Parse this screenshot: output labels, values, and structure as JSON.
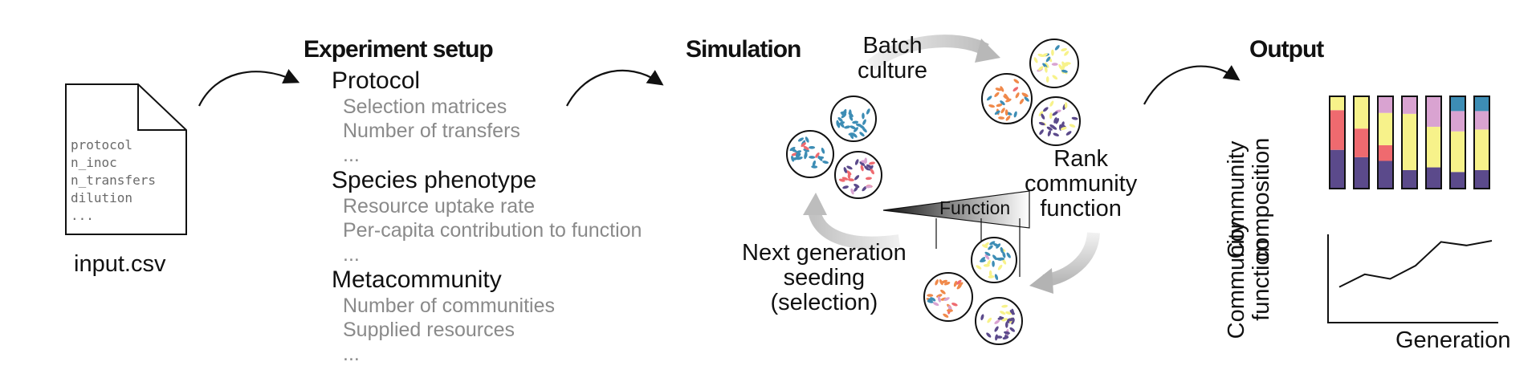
{
  "input_file": {
    "filename": "input.csv",
    "lines": [
      "protocol",
      "n_inoc",
      "n_transfers",
      "dilution",
      "..."
    ]
  },
  "setup": {
    "title": "Experiment setup",
    "sections": [
      {
        "name": "Protocol",
        "items": [
          "Selection matrices",
          "Number of transfers",
          "..."
        ]
      },
      {
        "name": "Species phenotype",
        "items": [
          "Resource uptake rate",
          "Per-capita contribution to function",
          "..."
        ]
      },
      {
        "name": "Metacommunity",
        "items": [
          "Number of communities",
          "Supplied resources",
          "..."
        ]
      }
    ]
  },
  "simulation": {
    "title": "Simulation",
    "batch_label": "Batch\nculture",
    "rank_label": "Rank\ncommunity\nfunction",
    "seeding_label": "Next generation\nseeding\n(selection)",
    "function_label": "Function"
  },
  "output": {
    "title": "Output",
    "composition_label": "Community\ncomposition",
    "function_label": "Community\nfunction",
    "xlabel": "Generation",
    "species_colors": {
      "purple": "#5b4a8b",
      "red": "#ef6a6f",
      "yellow": "#f7f28a",
      "pink": "#d9a3d1",
      "blue": "#3d8db5"
    },
    "composition_bars": [
      [
        {
          "c": "purple",
          "v": 0.42
        },
        {
          "c": "red",
          "v": 0.43
        },
        {
          "c": "yellow",
          "v": 0.15
        }
      ],
      [
        {
          "c": "purple",
          "v": 0.34
        },
        {
          "c": "red",
          "v": 0.31
        },
        {
          "c": "yellow",
          "v": 0.35
        }
      ],
      [
        {
          "c": "purple",
          "v": 0.3
        },
        {
          "c": "red",
          "v": 0.17
        },
        {
          "c": "yellow",
          "v": 0.35
        },
        {
          "c": "pink",
          "v": 0.18
        }
      ],
      [
        {
          "c": "purple",
          "v": 0.2
        },
        {
          "c": "yellow",
          "v": 0.61
        },
        {
          "c": "pink",
          "v": 0.19
        }
      ],
      [
        {
          "c": "purple",
          "v": 0.23
        },
        {
          "c": "yellow",
          "v": 0.44
        },
        {
          "c": "pink",
          "v": 0.33
        }
      ],
      [
        {
          "c": "purple",
          "v": 0.18
        },
        {
          "c": "yellow",
          "v": 0.44
        },
        {
          "c": "pink",
          "v": 0.22
        },
        {
          "c": "blue",
          "v": 0.16
        }
      ],
      [
        {
          "c": "purple",
          "v": 0.2
        },
        {
          "c": "yellow",
          "v": 0.44
        },
        {
          "c": "pink",
          "v": 0.2
        },
        {
          "c": "blue",
          "v": 0.16
        }
      ]
    ],
    "function_series": [
      0.2,
      0.42,
      0.34,
      0.57,
      0.98,
      0.92,
      1.0
    ]
  }
}
